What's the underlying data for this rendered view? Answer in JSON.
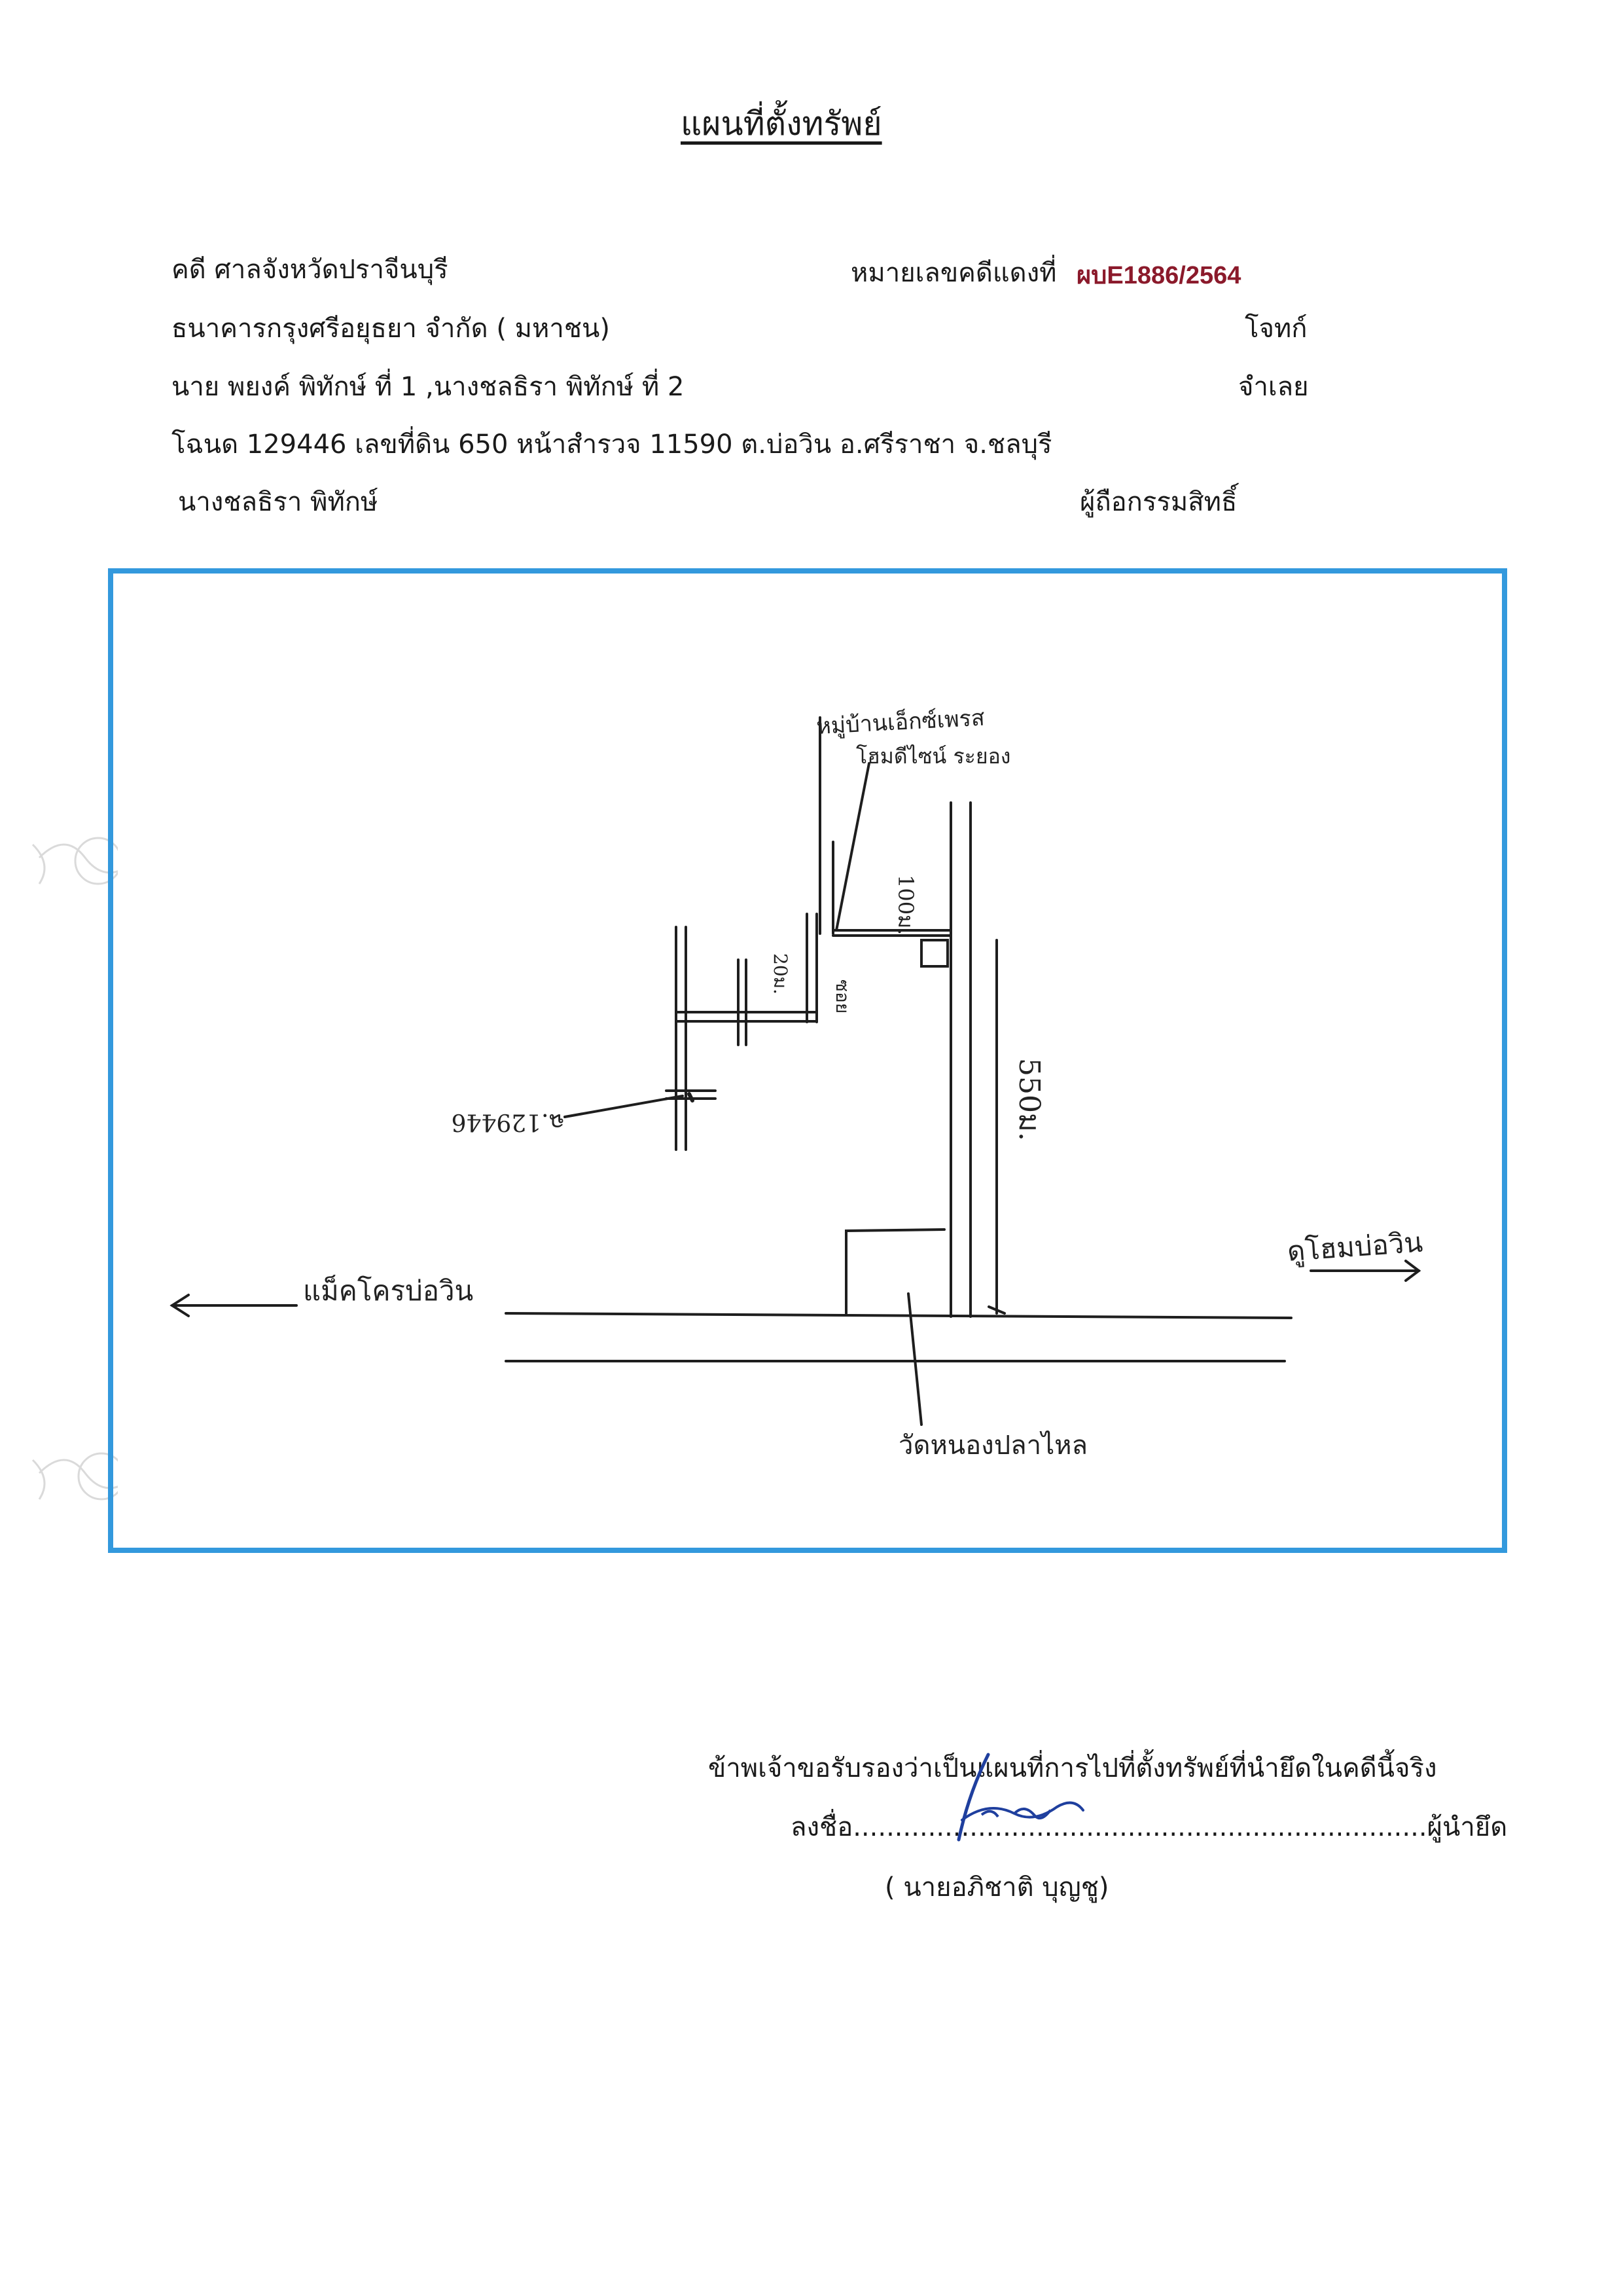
{
  "header": {
    "title": "แผนที่ตั้งทรัพย์"
  },
  "case": {
    "court": "คดี ศาลจังหวัดปราจีนบุรี",
    "red_number_label": "หมายเลขคดีแดงที่",
    "red_number_value": "ผบE1886/2564",
    "plaintiff_name": "ธนาคารกรุงศรีอยุธยา จำกัด ( มหาชน)",
    "plaintiff_role": "โจทก์",
    "defendant_name": "นาย พยงค์ พิทักษ์  ที่ 1  ,นางชลธิรา พิทักษ์  ที่ 2",
    "defendant_role": "จำเลย",
    "deed_line": "โฉนด 129446  เลขที่ดิน 650  หน้าสำรวจ 11590 ต.บ่อวิน   อ.ศรีราชา   จ.ชลบุรี",
    "owner_name": "นางชลธิรา พิทักษ์",
    "owner_role": "ผู้ถือกรรมสิทธิ์"
  },
  "map": {
    "village_label_1": "หมู่บ้านเอ็กซ์เพรส",
    "village_label_2": "โฮมดีไซน์ ระยอง",
    "dist_100": "100ม.",
    "dist_20": "20ม.",
    "dist_550": "550ม.",
    "soi_label": "ซอย",
    "deed_label": "ฉ.129446",
    "left_dest": "แม็คโครบ่อวิน",
    "right_dest": "ดูโฮมบ่อวิน",
    "temple_label": "วัดหนองปลาไหล"
  },
  "certification": {
    "statement": "ข้าพเจ้าขอรับรองว่าเป็นแผนที่การไปที่ตั้งทรัพย์ที่นำยึดในคดีนี้จริง",
    "sign_prefix": "ลงชื่อ",
    "sign_suffix": "ผู้นำยึด",
    "signer": "(  นายอภิชาติ  บุญชู)"
  },
  "colors": {
    "frame": "#3399dd",
    "red_number": "#8b1a2b",
    "signature_ink": "#1f3f9e"
  }
}
